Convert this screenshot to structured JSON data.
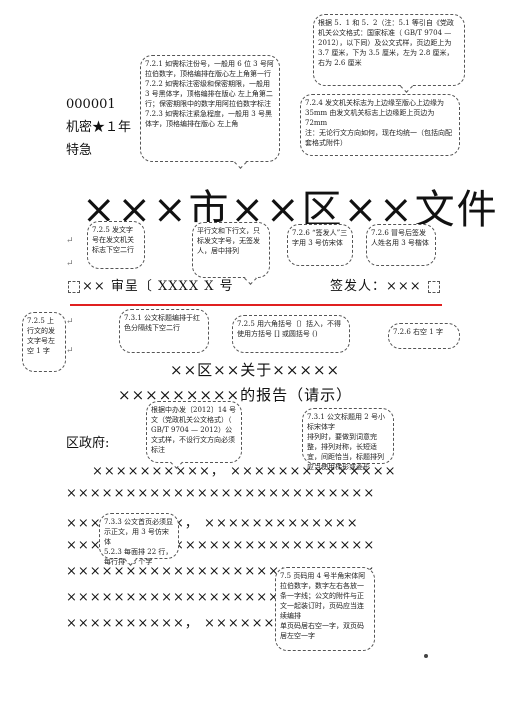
{
  "header": {
    "doc_number": "000001",
    "secret": "机密★１年",
    "urgency": "特急"
  },
  "org_title": "×××市××区××文件",
  "issue": {
    "issuer_no": "×× 审呈〔  XXXX  X 号",
    "signer": "签发人：×××"
  },
  "subject": {
    "line1": "××区××关于×××××",
    "line2": "×××××××××的报告（请示）"
  },
  "recipient": "区政府:",
  "body_lines": [
    "××××××××××，  ××××××××××××××",
    "××××××××××××××××××××××××××",
    "××××××××××，  ×××××××××××××",
    "××××××××××××××××××××××××××",
    "××××××××××××××××××××××××××",
    "××××××××××××××××××××××××××",
    "××××××××××，  ××××××××××××"
  ],
  "notes": [
    {
      "id": "n1",
      "text": "根据 5．1 和 5．2（注：5.1 等引自《党政机关公文格式：国家标准（ GB/T 9704 — 2012），以下同）及公文式样，页边距上为 3.7 厘米，下为 3.5 厘米，左为 2.8 厘米，右为 2.6 厘米"
    },
    {
      "id": "n2",
      "text": "7.2.1 如需标注份号，一般用 6 位 3 号阿拉伯数字，顶格编排在版心左上角第一行\n7.2.2 如需标注密级和保密期限，一般用 3 号黑体字，顶格编排在版心 左上角第二行；保密期限中的数字用阿拉伯数字标注\n7.2.3 如需标注紧急程度，一般用 3 号黑体字，顶格编排在版心 左上角"
    },
    {
      "id": "n3",
      "text": "7.2.4 发文机关标志为上边缘至版心上边缘为 35mm 由发文机关标志上边缘距上页边为 72mm\n注：无论行文方向如何，现在均统一（包括向配套格式附件）"
    },
    {
      "id": "n4",
      "text": "7.2.5 发文字号在发文机关标志下空二行"
    },
    {
      "id": "n5",
      "text": "平行文和下行文，只标发文字号，无签发人，居中排列"
    },
    {
      "id": "n6",
      "text": "7.2.6 “签发人”三字用 3 号仿宋体"
    },
    {
      "id": "n7",
      "text": "7.2.6 冒号后签发人姓名用 3 号楷体"
    },
    {
      "id": "n8",
      "text": "7.2.5 上行文的发文字号左空 1 字"
    },
    {
      "id": "n9",
      "text": "7.3.1 公文标题编排于红色分隔线下空二行"
    },
    {
      "id": "n10",
      "text": "7.2.5 用六角括号〔〕括入，不得使用方括号 [] 或圆括号 ()"
    },
    {
      "id": "n11",
      "text": "7.2.6 右空 1 字"
    },
    {
      "id": "n12",
      "text": "根据中办发〔2012〕14 号文（党政机关公文格式）（ GB/T 9704 — 2012）公文式样，不设行文方向必须标注"
    },
    {
      "id": "n13",
      "text": "7.3.1 公文标题用 2 号小标宋体字\n排列时，要做到词意完整，排列对称，长短适宜，间距恰当，标题排列应当使用梯形或菱形"
    },
    {
      "id": "n14",
      "text": "7.3.3 公文首页必须显示正文，用 3 号仿宋体\n5.2.3 每面排 22 行，每行排 28 个字"
    },
    {
      "id": "n15",
      "text": "7.5 页码用 4 号半角宋体阿拉伯数字，数字左右各放一条一字线；公文的附件与正文一起装订时，页码应当连续编排\n单页码居右空一字，双页码居左空一字"
    }
  ]
}
